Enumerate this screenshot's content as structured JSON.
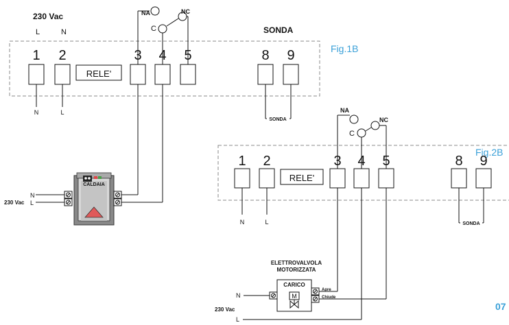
{
  "supply_label_top": "230 Vac",
  "phase_L": "L",
  "neutral_N": "N",
  "contact_NA": "NA",
  "contact_NC": "NC",
  "contact_C": "C",
  "relay_label": "RELE'",
  "probe_title": "SONDA",
  "probe_label": "SONDA",
  "fig1_label": "Fig.1B",
  "fig2_label": "Fig.2B",
  "terminals": [
    "1",
    "2",
    "3",
    "4",
    "5",
    "8",
    "9"
  ],
  "boiler_label": "CALDAIA",
  "supply_label": "230 Vac",
  "valve_title_1": "ELETTROVALVOLA",
  "valve_title_2": "MOTORIZZATA",
  "valve_box_label": "CARICO",
  "valve_open": "Apre",
  "valve_close": "Chiude",
  "motor_symbol": "M",
  "page_number": "07"
}
